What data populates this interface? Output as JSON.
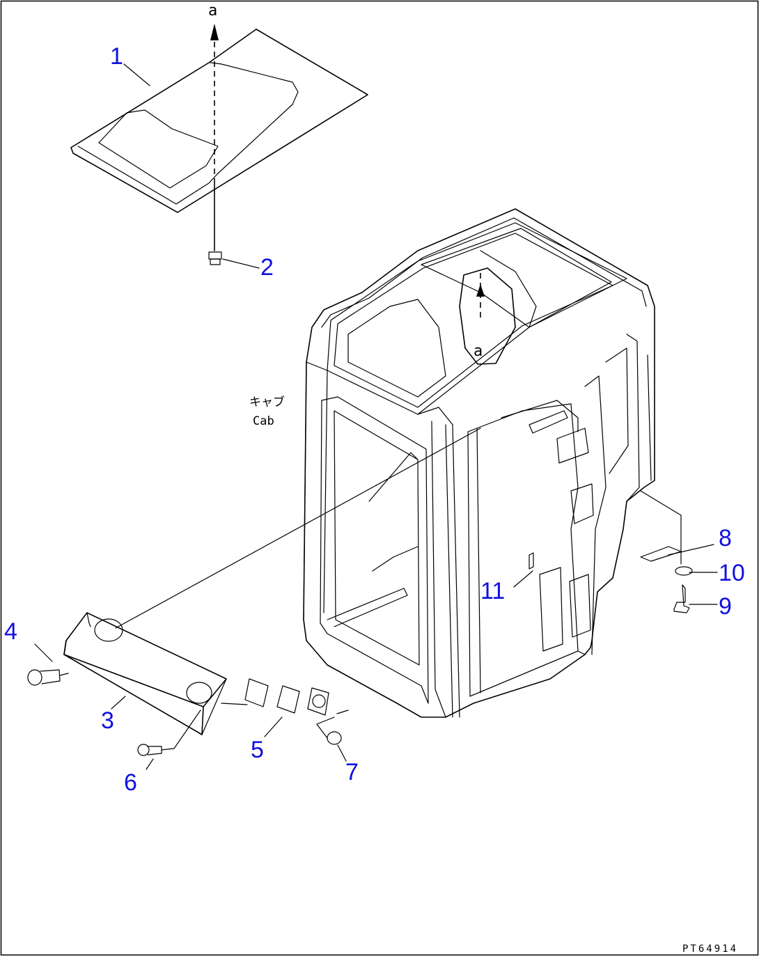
{
  "diagram": {
    "callouts": {
      "p1": "1",
      "p2": "2",
      "p3": "3",
      "p4": "4",
      "p5": "5",
      "p6": "6",
      "p7": "7",
      "p8": "8",
      "p9": "9",
      "p10": "10",
      "p11": "11"
    },
    "ref_top": "a",
    "ref_cab": "a",
    "cab_label_jp": "キャブ",
    "cab_label_en": "Cab",
    "drawing_code": "PT64914"
  },
  "colors": {
    "callout": "#1010e0",
    "line": "#000000",
    "background": "#ffffff"
  }
}
